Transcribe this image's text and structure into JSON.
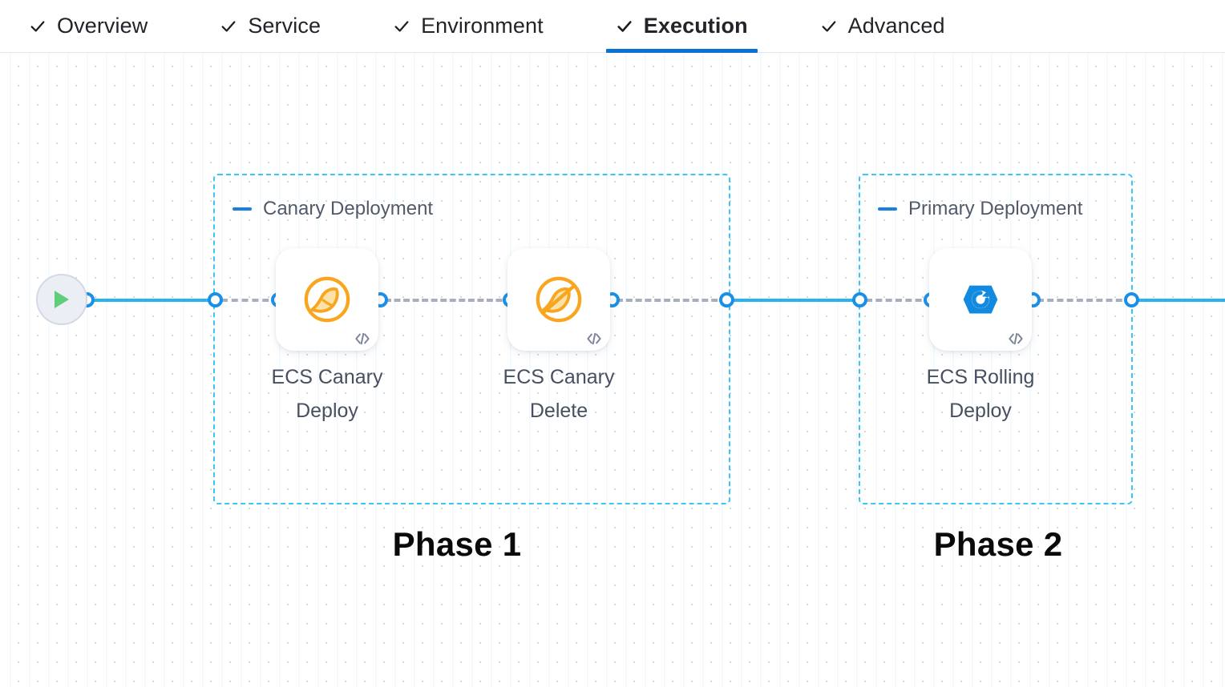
{
  "tabs": [
    {
      "label": "Overview",
      "icon": "check-icon",
      "active": false
    },
    {
      "label": "Service",
      "icon": "check-icon",
      "active": false
    },
    {
      "label": "Environment",
      "icon": "check-icon",
      "active": false
    },
    {
      "label": "Execution",
      "icon": "check-icon",
      "active": true
    },
    {
      "label": "Advanced",
      "icon": "check-icon",
      "active": false
    }
  ],
  "canvas": {
    "start_node": {
      "icon": "play-icon",
      "label": ""
    },
    "groups": [
      {
        "title": "Canary Deployment",
        "collapse_icon": "minus-icon"
      },
      {
        "title": "Primary Deployment",
        "collapse_icon": "minus-icon"
      }
    ],
    "nodes": [
      {
        "label": "ECS Canary\nDeploy",
        "icon": "canary-deploy-icon",
        "badge": "code-icon"
      },
      {
        "label": "ECS Canary\nDelete",
        "icon": "canary-delete-icon",
        "badge": "code-icon"
      },
      {
        "label": "ECS Rolling\nDeploy",
        "icon": "rolling-deploy-icon",
        "badge": "code-icon"
      }
    ],
    "phases": [
      {
        "label": "Phase 1"
      },
      {
        "label": "Phase 2"
      }
    ]
  },
  "colors": {
    "accent_blue": "#0b72d4",
    "connector_blue": "#28b4f0",
    "group_border": "#3cc6f4",
    "canary_orange": "#f7a823",
    "rolling_blue": "#1a8ce0",
    "play_green": "#5ece7b",
    "dash_gray": "#a9aebf"
  }
}
